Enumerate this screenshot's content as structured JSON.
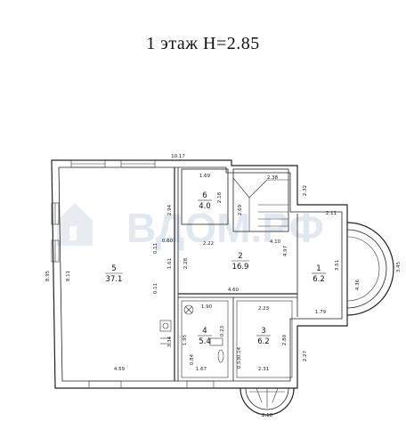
{
  "title": "1 этаж  H=2.85",
  "watermark": "ВДОМ.РФ",
  "rooms": [
    {
      "num": "1",
      "area": "6.2"
    },
    {
      "num": "2",
      "area": "16.9"
    },
    {
      "num": "3",
      "area": "6.2"
    },
    {
      "num": "4",
      "area": "5.4"
    },
    {
      "num": "5",
      "area": "37.1"
    },
    {
      "num": "6",
      "area": "4.0"
    }
  ],
  "dimensions": {
    "top_width": "10.17",
    "left_height": "8.95",
    "r5_height": "8.11",
    "r5_bottom": "4.59",
    "r6_width": "1.69",
    "r6_height": "2.18",
    "stair_width": "2.38",
    "stair_left": "2.69",
    "right_top": "2.32",
    "r6_side": "2.94",
    "d_011a": "0.11",
    "d_060": "0.60",
    "d_222": "2.22",
    "d_410": "4.10",
    "d_161": "1.61",
    "d_228": "2.28",
    "d_497": "4.97",
    "d_011b": "0.11",
    "d_460": "4.60",
    "d_211": "2.11",
    "d_351": "3.51",
    "d_436": "4.36",
    "d_345": "3.45",
    "d_179": "1.79",
    "d_190": "1.90",
    "d_223": "2.23",
    "d_195": "1.95",
    "d_334": "3.34",
    "d_023": "0.23",
    "d_280": "2.80",
    "d_084": "0.84",
    "d_014": "0.14",
    "d_053": "0.53",
    "d_167": "1.67",
    "d_231": "2.31",
    "d_227": "2.27",
    "d_218": "2.18"
  }
}
